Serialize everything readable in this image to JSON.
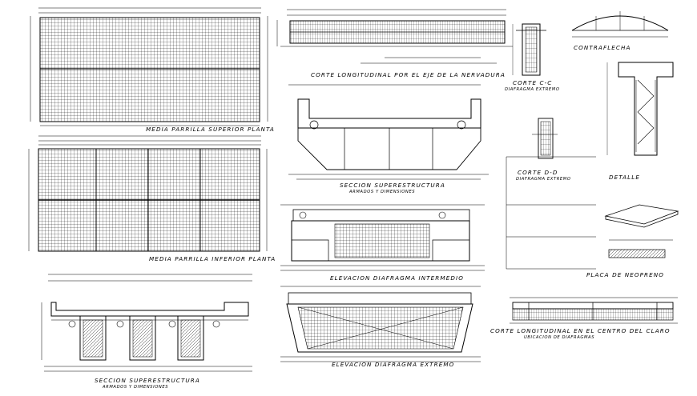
{
  "labels": {
    "media_parrilla_superior": "MEDIA PARRILLA SUPERIOR PLANTA",
    "media_parrilla_inferior": "MEDIA PARRILLA INFERIOR PLANTA",
    "seccion_superestructura_bottom": "SECCION SUPERESTRUCTURA",
    "armados_dimensiones_bottom": "ARMADOS Y DIMENSIONES",
    "corte_longitudinal_nervadura": "CORTE LONGITUDINAL POR EL EJE DE LA NERVADURA",
    "seccion_superestructura_mid": "SECCION SUPERESTRUCTURA",
    "armados_dimensiones_mid": "ARMADOS Y DIMENSIONES",
    "elevacion_intermedio": "ELEVACION DIAFRAGMA INTERMEDIO",
    "elevacion_extremo": "ELEVACION DIAFRAGMA EXTREMO",
    "corte_cc": "CORTE C-C",
    "diafragma_extremo_cc": "DIAFRAGMA EXTREMO",
    "corte_dd": "CORTE D-D",
    "diafragma_extremo_dd": "DIAFRAGMA EXTREMO",
    "contraflecha": "CONTRAFLECHA",
    "detalle": "DETALLE",
    "placa_neopreno": "PLACA DE NEOPRENO",
    "corte_longitudinal_centro": "CORTE LONGITUDINAL EN EL CENTRO DEL CLARO",
    "ubicacion_diafragmas": "UBICACION DE DIAFRAGMAS"
  }
}
